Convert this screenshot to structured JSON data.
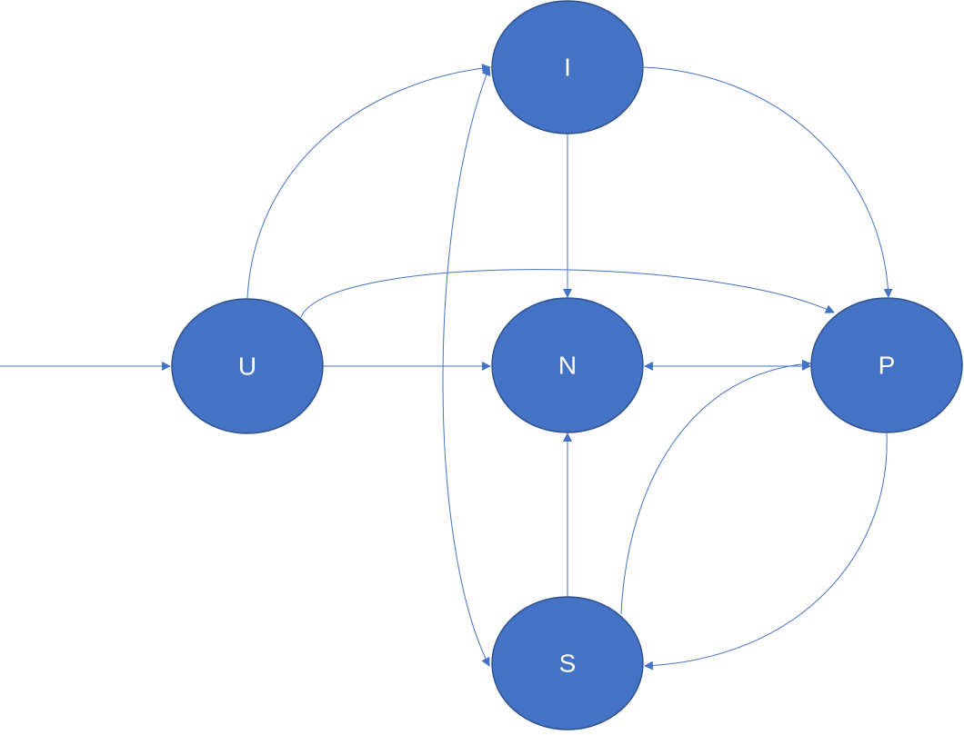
{
  "diagram": {
    "colors": {
      "node_fill": "#4472c4",
      "node_stroke": "#2f528f",
      "node_text": "#ffffff",
      "edge": "#4472c4",
      "background": "#ffffff"
    },
    "nodes": [
      {
        "id": "U",
        "label": "U"
      },
      {
        "id": "I",
        "label": "I"
      },
      {
        "id": "N",
        "label": "N"
      },
      {
        "id": "P",
        "label": "P"
      },
      {
        "id": "S",
        "label": "S"
      }
    ],
    "edges": [
      {
        "id": "entry-U",
        "from": null,
        "to": "U"
      },
      {
        "id": "U-I",
        "from": "U",
        "to": "I"
      },
      {
        "id": "U-N",
        "from": "U",
        "to": "N"
      },
      {
        "id": "U-P",
        "from": "U",
        "to": "P"
      },
      {
        "id": "I-N",
        "from": "I",
        "to": "N"
      },
      {
        "id": "I-P",
        "from": "I",
        "to": "P"
      },
      {
        "id": "I-S",
        "from": "I",
        "to": "S",
        "bidirectional": true
      },
      {
        "id": "N-P",
        "from": "N",
        "to": "P",
        "bidirectional": true
      },
      {
        "id": "S-N",
        "from": "S",
        "to": "N"
      },
      {
        "id": "S-P",
        "from": "S",
        "to": "P"
      },
      {
        "id": "P-S",
        "from": "P",
        "to": "S"
      }
    ]
  }
}
